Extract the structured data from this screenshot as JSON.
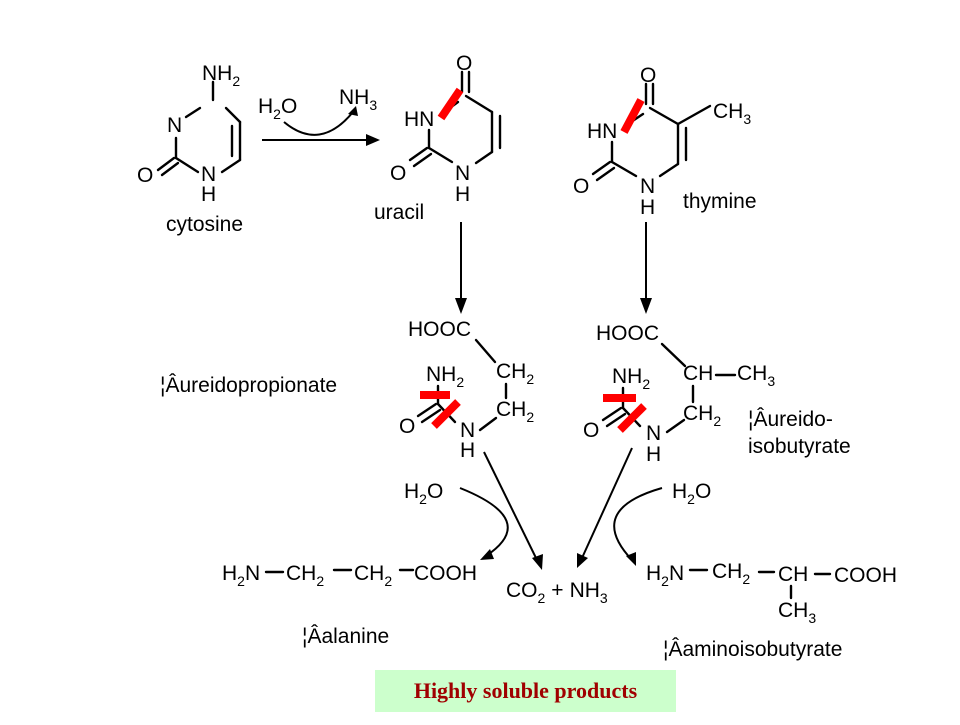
{
  "molecules": {
    "cytosine": "cytosine",
    "uracil": "uracil",
    "thymine": "thymine",
    "ureidopropionate": "¦Âureidopropionate",
    "ureidoisobutyrate_line1": "¦Âureido-",
    "ureidoisobutyrate_line2": "isobutyrate",
    "alanine": "¦Âalanine",
    "aminoisobutyrate": "¦Âaminoisobutyrate"
  },
  "atoms": {
    "NH2": "NH",
    "N": "N",
    "H": "H",
    "O": "O",
    "HN": "HN",
    "CH3": "CH",
    "HOOC": "HOOC",
    "CH2": "CH",
    "CH": "CH",
    "COOH": "COOH",
    "H2N": "H",
    "H2O": "H",
    "NH3": "NH",
    "CO2": "CO",
    "plus": "+",
    "sub2": "2",
    "sub3": "3",
    "N_suffix": "N",
    "O_suffix": "O"
  },
  "footer": "Highly soluble products"
}
